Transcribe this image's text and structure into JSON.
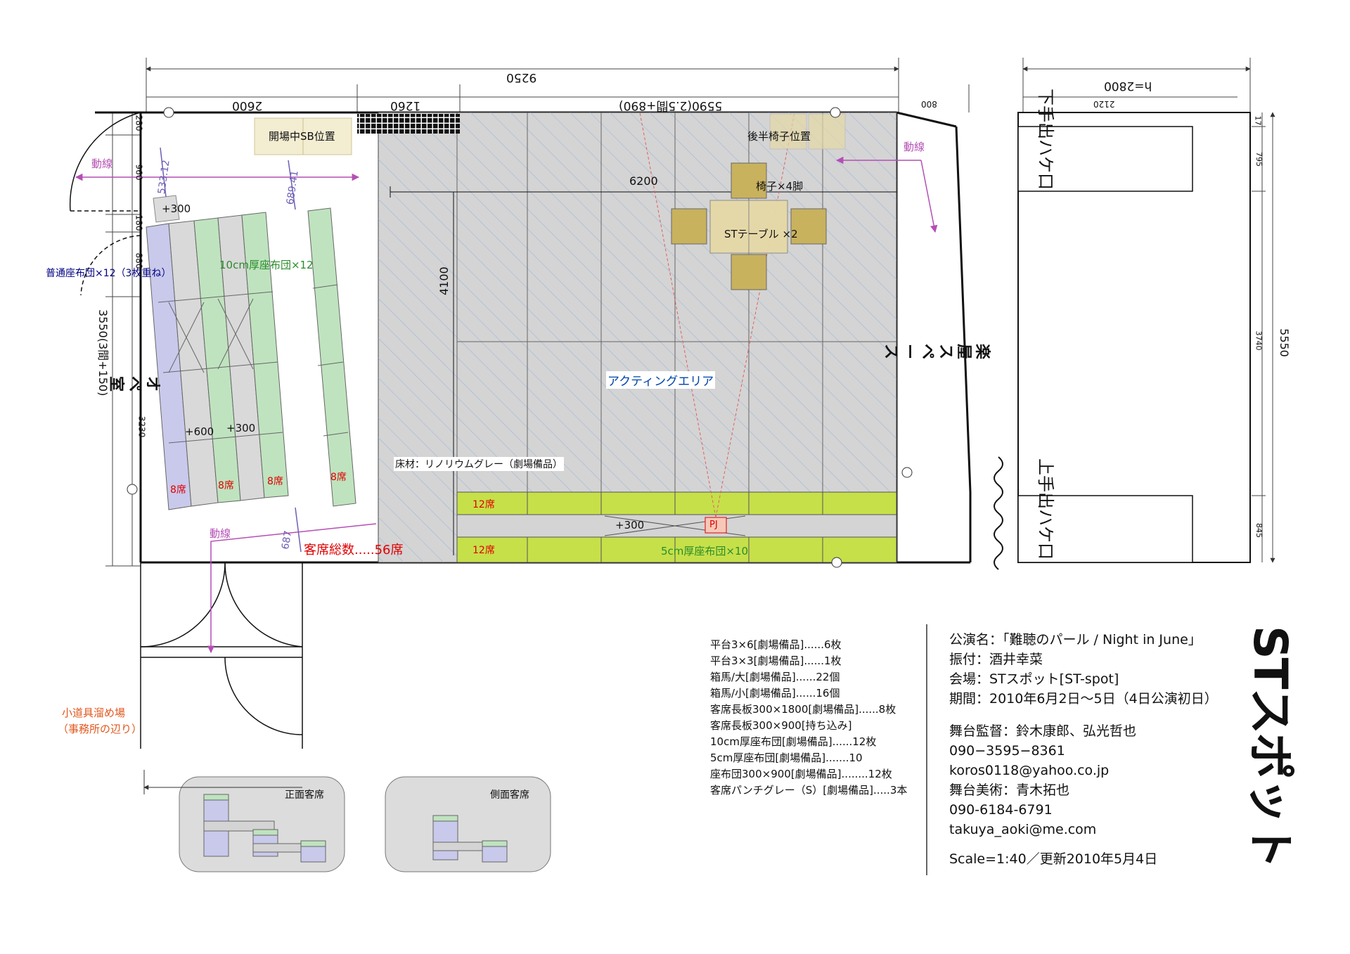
{
  "dims": {
    "total_width": "9250",
    "left": "2600",
    "middle": "1260",
    "stage_width": "5590(2.5間+890)",
    "right_small": "800",
    "stage_inner": "6200",
    "stage_depth": "4100",
    "left_280": "280",
    "left_960": "960",
    "left_180": "180",
    "left_880": "880",
    "left_3230": "3230",
    "left_total": "3550(3間+150)",
    "d533": "533.12",
    "d689": "689.41",
    "d687": "687",
    "green_h": "h=2800",
    "green_2120": "2120",
    "r17": "17",
    "r795": "795",
    "r3740": "3740",
    "r845": "845",
    "r5550": "5550"
  },
  "labels": {
    "sb_position": "開場中SB位置",
    "rear_chairs": "後半椅子位置",
    "chairs4": "椅子×4脚",
    "st_table": "STテーブル ×2",
    "flow": "動線",
    "plus300": "+300",
    "plus600": "+600",
    "normal_cushion": "普通座布団×12（3枚重ね）",
    "thick_cushion": "10cm厚座布団×12",
    "ope_room": "オペ室",
    "seats8": "8席",
    "seats12": "12席",
    "floor": "床材：リノリウムグレー（劇場備品）",
    "acting_area": "アクティングエリア",
    "total_seats": "客席総数.....56席",
    "thin_cushion": "5cm厚座布団×10",
    "pj": "PJ",
    "dressing": "楽屋スペース",
    "shimote": "下手出ハケ口",
    "kamite": "上手出ハケ口",
    "props_storage_1": "小道具溜め場",
    "props_storage_2": "（事務所の辺り）",
    "front_seats": "正面客席",
    "side_seats": "側面客席"
  },
  "legend": [
    "平台3×6[劇場備品]......6枚",
    "平台3×3[劇場備品]......1枚",
    "箱馬/大[劇場備品]......22個",
    "箱馬/小[劇場備品]......16個",
    "客席長板300×1800[劇場備品]......8枚",
    "客席長板300×900[持ち込み]",
    "10cm厚座布団[劇場備品]......12枚",
    "5cm厚座布団[劇場備品].......10",
    "座布団300×900[劇場備品]........12枚",
    "客席パンチグレー（S）[劇場備品].....3本"
  ],
  "info": {
    "title": "公演名：「難聴のパール / Night in June」",
    "choreo": "振付：酒井幸菜",
    "venue": "会場：STスポット[ST-spot]",
    "period": "期間：2010年6月2日～5日（4日公演初日）",
    "stage_manager": "舞台監督：鈴木康郎、弘光哲也",
    "sm_phone": "090−3595−8361",
    "sm_mail": "koros0118@yahoo.co.jp",
    "art": "舞台美術：青木拓也",
    "art_phone": "090-6184-6791",
    "art_mail": "takuya_aoki@me.com",
    "scale": "Scale=1:40／更新2010年5月4日"
  },
  "logo": "STスポット",
  "colors": {
    "stage_gray": "#d4d4d4",
    "lavender": "#c9c9ec",
    "seat_green": "#bfe3bf",
    "lime": "#c6e04a",
    "chair_olive": "#c9b25e",
    "table_tan": "#e6d9a6",
    "purple_arrow": "#b44fb4",
    "red_text": "#e00000",
    "blue_text": "#0044aa",
    "orange_text": "#e2561c"
  }
}
